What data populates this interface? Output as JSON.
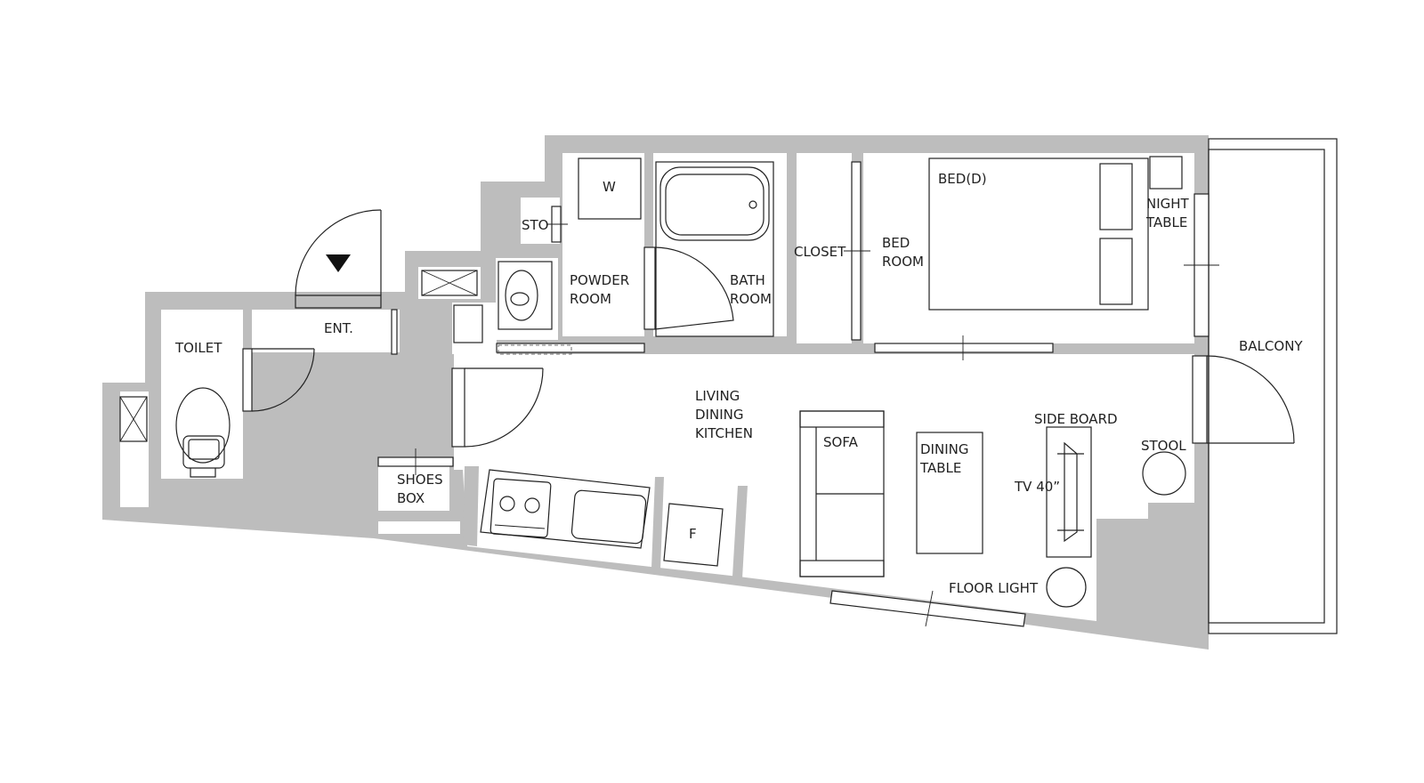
{
  "rooms": {
    "toilet": "TOILET",
    "entrance": "ENT.",
    "storage": "STO",
    "powder_room": [
      "POWDER",
      "ROOM"
    ],
    "bath_room": [
      "BATH",
      "ROOM"
    ],
    "closet": "CLOSET",
    "bed_room": [
      "BED",
      "ROOM"
    ],
    "living": [
      "LIVING",
      "DINING",
      "KITCHEN"
    ],
    "balcony": "BALCONY",
    "shoes_box": [
      "SHOES",
      "BOX"
    ]
  },
  "furniture": {
    "washer": "W",
    "bed": "BED(D)",
    "night_table": [
      "NIGHT",
      "TABLE"
    ],
    "sofa": "SOFA",
    "dining_table": [
      "DINING",
      "TABLE"
    ],
    "side_board": "SIDE BOARD",
    "tv": "TV 40”",
    "stool": "STOOL",
    "fridge": "F",
    "floor_light": "FLOOR LIGHT"
  },
  "colors": {
    "wall": "#bdbdbd",
    "line": "#222222",
    "background": "#ffffff"
  }
}
